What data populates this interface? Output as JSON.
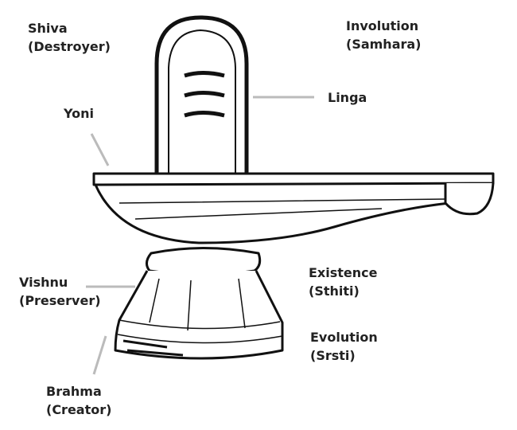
{
  "labels": {
    "shiva": {
      "name": "Shiva",
      "role": "(Destroyer)"
    },
    "involution": {
      "name": "Involution",
      "role": "(Samhara)"
    },
    "linga": {
      "name": "Linga"
    },
    "yoni": {
      "name": "Yoni"
    },
    "vishnu": {
      "name": "Vishnu",
      "role": "(Preserver)"
    },
    "existence": {
      "name": "Existence",
      "role": "(Sthiti)"
    },
    "evolution": {
      "name": "Evolution",
      "role": "(Srsti)"
    },
    "brahma": {
      "name": "Brahma",
      "role": "(Creator)"
    }
  },
  "colors": {
    "text": "#222222",
    "leader_line": "#bbbbbb",
    "ink": "#111111"
  }
}
